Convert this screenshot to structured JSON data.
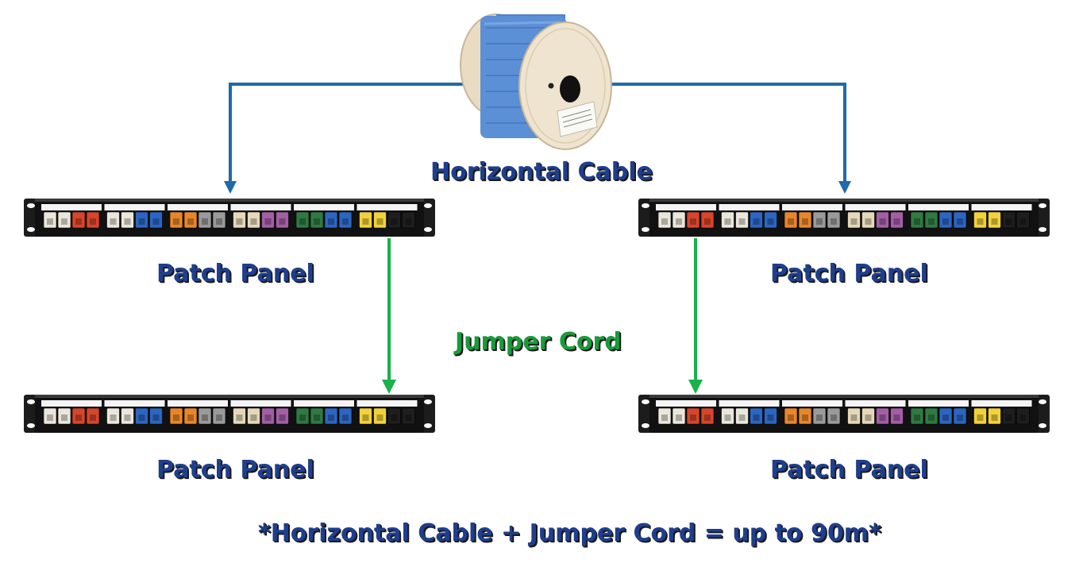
{
  "labels": {
    "horizontal_cable": "Horizontal Cable",
    "jumper_cord": "Jumper Cord",
    "patch_panel_top_left": "Patch Panel",
    "patch_panel_top_right": "Patch Panel",
    "patch_panel_bottom_left": "Patch Panel",
    "patch_panel_bottom_right": "Patch Panel",
    "footer_note": "*Horizontal Cable + Jumper Cord = up to 90m*"
  },
  "colors": {
    "horizontal_arrow": "#1f6aa8",
    "jumper_arrow": "#19b24b",
    "label_blue": "#1f3f8c",
    "label_green": "#1a9a3c",
    "cable_blue": "#5b8fd6",
    "spool_wood": "#efe4cf",
    "panel_body": "#111111"
  },
  "patch_panel": {
    "port_groups": [
      [
        "#eae6dc",
        "#eae6dc",
        "#d8452a",
        "#d8452a"
      ],
      [
        "#eae6dc",
        "#eae6dc",
        "#2b66c2",
        "#2b66c2"
      ],
      [
        "#e8862a",
        "#e8862a",
        "#9a9a9a",
        "#9a9a9a"
      ],
      [
        "#e4d8b8",
        "#e4d8b8",
        "#a35ea6",
        "#a35ea6"
      ],
      [
        "#2e7a42",
        "#2e7a42",
        "#2b66c2",
        "#2b66c2"
      ],
      [
        "#f2d23a",
        "#f2d23a",
        "#1e1e1e",
        "#1e1e1e"
      ]
    ]
  }
}
